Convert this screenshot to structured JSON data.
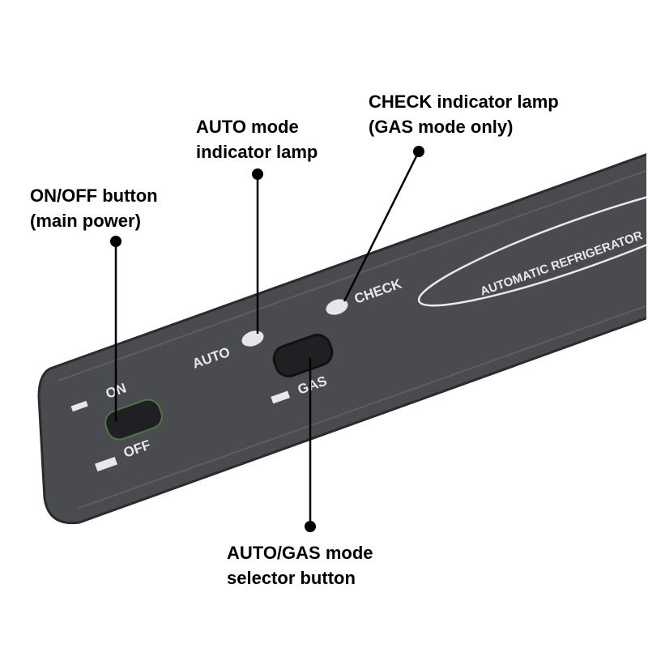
{
  "callouts": {
    "onoff": {
      "line1": "ON/OFF button",
      "line2": "(main power)"
    },
    "auto_lamp": {
      "line1": "AUTO mode",
      "line2": "indicator lamp"
    },
    "check_lamp": {
      "line1": "CHECK indicator lamp",
      "line2": "(GAS mode only)"
    },
    "selector": {
      "line1": "AUTO/GAS mode",
      "line2": "selector button"
    }
  },
  "panel": {
    "on": "ON",
    "off": "OFF",
    "auto": "AUTO",
    "gas": "GAS",
    "check": "CHECK",
    "brand": "AUTOMATIC REFRIGERATOR"
  },
  "colors": {
    "panel": "#4a4b4f",
    "lamp": "#e6e6e6",
    "text": "#000000"
  }
}
